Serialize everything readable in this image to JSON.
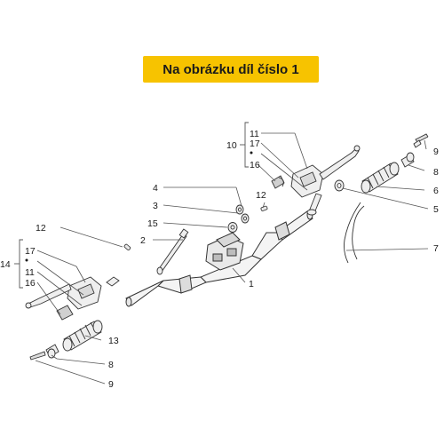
{
  "banner": {
    "text": "Na obrázku díl číslo 1"
  },
  "colors": {
    "banner_bg": "#f7c300",
    "ink": "#1a1a1a"
  },
  "callouts": {
    "c1": "1",
    "c2": "2",
    "c3": "3",
    "c4": "4",
    "c5": "5",
    "c6": "6",
    "c7": "7",
    "c8_top": "8",
    "c9_top": "9",
    "c10": "10",
    "c11_top": "11",
    "c17_top": "17",
    "c16_top": "16",
    "c12_top": "12",
    "c15": "15",
    "c12_left": "12",
    "c14": "14",
    "c17_left": "17",
    "c11_left": "11",
    "c16_left": "16",
    "c13": "13",
    "c8_bottom": "8",
    "c9_bottom": "9"
  }
}
